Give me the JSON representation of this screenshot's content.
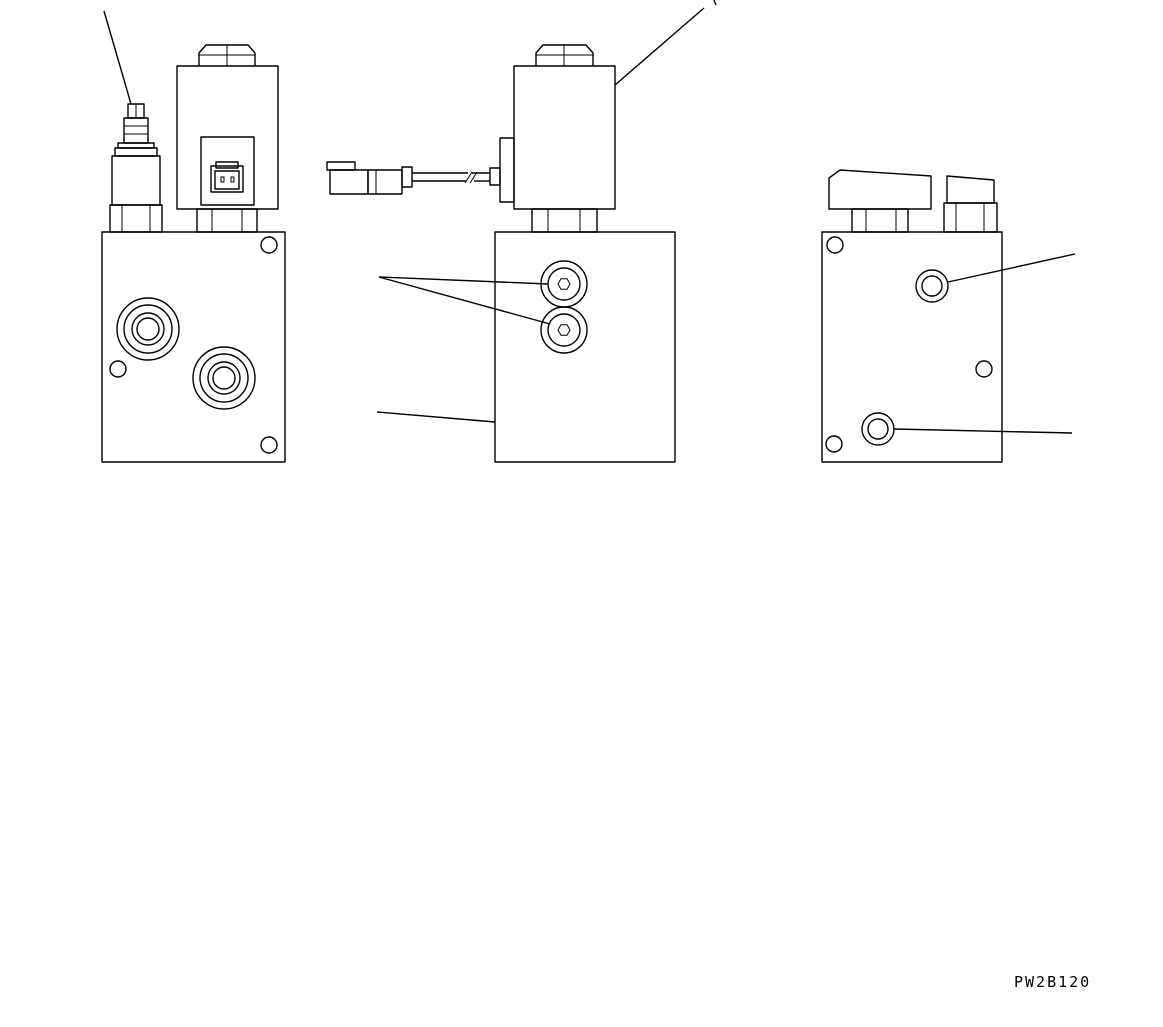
{
  "drawing": {
    "code": "PW2B120",
    "line_color": "#000000",
    "background": "#ffffff",
    "views": [
      {
        "name": "front-view",
        "parts": [
          "pressure-switch",
          "solenoid-valve",
          "connector",
          "manifold-block",
          "port-plugs"
        ]
      },
      {
        "name": "side-view",
        "parts": [
          "solenoid-valve",
          "wire-harness-connector",
          "manifold-block",
          "hex-plugs"
        ]
      },
      {
        "name": "rear-view",
        "parts": [
          "solenoid-nut",
          "switch-body",
          "manifold-block",
          "port-plugs"
        ]
      }
    ]
  }
}
